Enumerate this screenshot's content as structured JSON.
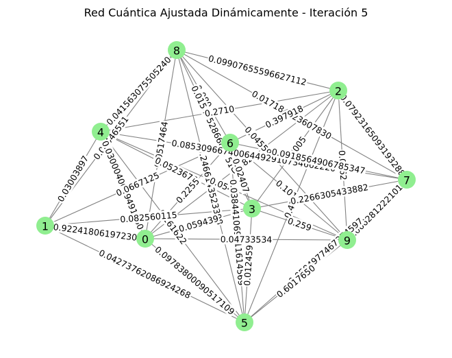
{
  "title": "Red Cuántica Ajustada Dinámicamente - Iteración 5",
  "colors": {
    "node": "#90ee90",
    "edge": "#808080",
    "background": "#ffffff",
    "text": "#000000"
  },
  "nodes": [
    {
      "id": "0",
      "label": "0"
    },
    {
      "id": "1",
      "label": "1"
    },
    {
      "id": "2",
      "label": "2"
    },
    {
      "id": "3",
      "label": "3"
    },
    {
      "id": "4",
      "label": "4"
    },
    {
      "id": "5",
      "label": "5"
    },
    {
      "id": "6",
      "label": "6"
    },
    {
      "id": "7",
      "label": "7"
    },
    {
      "id": "8",
      "label": "8"
    },
    {
      "id": "9",
      "label": "9"
    }
  ],
  "edges": [
    {
      "source": "8",
      "target": "2",
      "label": "0.09907655596627112"
    },
    {
      "source": "8",
      "target": "4",
      "label": "0.041563075505240"
    },
    {
      "source": "8",
      "target": "1",
      "label": "0.05446551"
    },
    {
      "source": "8",
      "target": "6",
      "label": "0.080"
    },
    {
      "source": "8",
      "target": "3",
      "label": "0.0154052866807517"
    },
    {
      "source": "8",
      "target": "9",
      "label": "0.0455934"
    },
    {
      "source": "8",
      "target": "7",
      "label": "0.017184823607830"
    },
    {
      "source": "8",
      "target": "5",
      "label": "0.2466143523398"
    },
    {
      "source": "8",
      "target": "0",
      "label": "0.0517464"
    },
    {
      "source": "2",
      "target": "7",
      "label": "0.07923165093193288"
    },
    {
      "source": "2",
      "target": "4",
      "label": "0.2710"
    },
    {
      "source": "2",
      "target": "6",
      "label": "0.397918"
    },
    {
      "source": "2",
      "target": "3",
      "label": "0.2005"
    },
    {
      "source": "2",
      "target": "9",
      "label": "0.0662"
    },
    {
      "source": "2",
      "target": "5",
      "label": "0.479"
    },
    {
      "source": "2",
      "target": "0",
      "label": "0.382"
    },
    {
      "source": "4",
      "target": "7",
      "label": "0.08530966740064492910734662220"
    },
    {
      "source": "4",
      "target": "1",
      "label": "0.03003897"
    },
    {
      "source": "4",
      "target": "0",
      "label": "0.0300040009491760"
    },
    {
      "source": "4",
      "target": "3",
      "label": "0.0523675"
    },
    {
      "source": "4",
      "target": "5",
      "label": "0.161622"
    },
    {
      "source": "4",
      "target": "9",
      "label": "0.0548"
    },
    {
      "source": "6",
      "target": "7",
      "label": "0.0918564906785347"
    },
    {
      "source": "6",
      "target": "5",
      "label": "0.038441069011614569"
    },
    {
      "source": "6",
      "target": "0",
      "label": "0.2255"
    },
    {
      "source": "6",
      "target": "9",
      "label": "0.1016"
    },
    {
      "source": "1",
      "target": "6",
      "label": "0.0667125"
    },
    {
      "source": "1",
      "target": "3",
      "label": "0.082560115"
    },
    {
      "source": "1",
      "target": "0",
      "label": "0.92241806197230"
    },
    {
      "source": "1",
      "target": "5",
      "label": "0.04273762086924268"
    },
    {
      "source": "0",
      "target": "3",
      "label": "0.059439"
    },
    {
      "source": "0",
      "target": "9",
      "label": "0.04733534"
    },
    {
      "source": "0",
      "target": "5",
      "label": "0.09783800090517109"
    },
    {
      "source": "3",
      "target": "7",
      "label": "0.2266305433882"
    },
    {
      "source": "3",
      "target": "9",
      "label": "0.259"
    },
    {
      "source": "3",
      "target": "5",
      "label": "0.012459"
    },
    {
      "source": "9",
      "target": "7",
      "label": "0.0662812221018"
    },
    {
      "source": "5",
      "target": "7",
      "label": "0.0504977467374597"
    },
    {
      "source": "5",
      "target": "9",
      "label": "0.6017650"
    },
    {
      "source": "3",
      "target": "6",
      "label": "0.02407"
    }
  ]
}
